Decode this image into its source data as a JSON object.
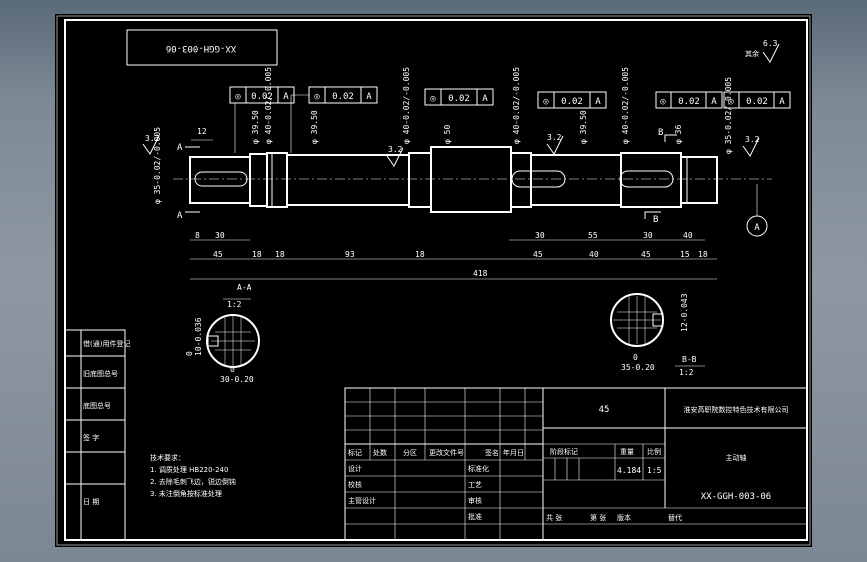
{
  "drawing": {
    "rotated_code": "XX-GGH-003-06",
    "roughness_other": "其余",
    "roughness_other_value": "6.3",
    "roughness_value": "3.2",
    "tolerance": {
      "symbol": "◎",
      "value": "0.02",
      "datum": "A"
    },
    "section_label": "A",
    "section_b_label": "B",
    "datum_letter": "A",
    "dims_top": [
      "φ 39.50",
      "φ 40-0.02/-0.005",
      "φ 39.50",
      "φ 40-0.02/-0.005",
      "φ 50",
      "φ 40-0.02/-0.005",
      "φ 39.50",
      "φ 40-0.02/-0.005",
      "φ 36",
      "φ 35-0.02/-0.005"
    ],
    "dim_left_diam": "φ 35-0.02/-0.005",
    "dim_left_keyway": "12",
    "dims_row1": [
      "8",
      "30",
      "30",
      "55",
      "30",
      "40"
    ],
    "dims_row2": [
      "45",
      "18",
      "18",
      "93",
      "18",
      "45",
      "40",
      "45",
      "15",
      "18"
    ],
    "dim_total": "418",
    "section_aa": {
      "title": "A-A",
      "scale": "1:2",
      "left_dim": "10-0.036",
      "left_dim2": "0",
      "bottom_dim": "30-0.20",
      "bottom_dim2": "0"
    },
    "section_bb": {
      "title": "B-B",
      "scale": "1:2",
      "right_dim": "12-0.043",
      "bottom_dim": "35-0.20",
      "bottom_dim2": "0"
    }
  },
  "side_block": [
    "借(通)用件登记",
    "旧底图总号",
    "底图总号",
    "签 字",
    "日 期"
  ],
  "tech_requirements": {
    "title": "技术要求：",
    "items": [
      "1. 调质处理 HB220-240",
      "2. 去除毛刺飞边，锐边倒钝",
      "3. 未注倒角按标准处理"
    ]
  },
  "title_block": {
    "material": "45",
    "company": "淮安高职院数控特色技术有限公司",
    "part_name": "主动轴",
    "drawing_no": "XX-GGH-003-06",
    "mass": "4.184",
    "scale": "1:5",
    "headers_left": [
      "标记",
      "处数",
      "分区",
      "更改文件号",
      "签名",
      "年月日"
    ],
    "roles": [
      "设计",
      "校核",
      "主管设计"
    ],
    "roles2": [
      "标准化",
      "工艺",
      "审核",
      "批准"
    ],
    "stage_header": [
      "阶段标记",
      "重量",
      "比例"
    ],
    "footer": [
      "共 张",
      "第 张",
      "版本",
      "替代"
    ]
  }
}
